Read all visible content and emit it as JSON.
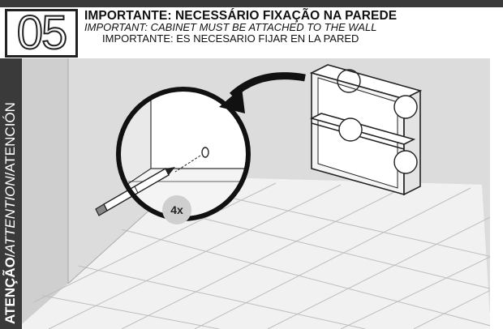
{
  "step": {
    "number": "05"
  },
  "heading": {
    "pt": "IMPORTANTE: NECESSÁRIO FIXAÇÃO NA PAREDE",
    "en": "IMPORTANT: CABINET MUST BE ATTACHED TO THE WALL",
    "es": "IMPORTANTE: ES NECESARIO FIJAR EN LA PARED"
  },
  "sidebar": {
    "pt": "ATENÇÃO",
    "sep1": "/",
    "en": "ATTENTION",
    "sep2": "/",
    "es": "ATENCIÓN"
  },
  "callout": {
    "quantity": "4x"
  },
  "colors": {
    "dark_bar": "#3a3a3a",
    "wall": "#d6d6d6",
    "floor_back": "#e8e8e8"
  }
}
